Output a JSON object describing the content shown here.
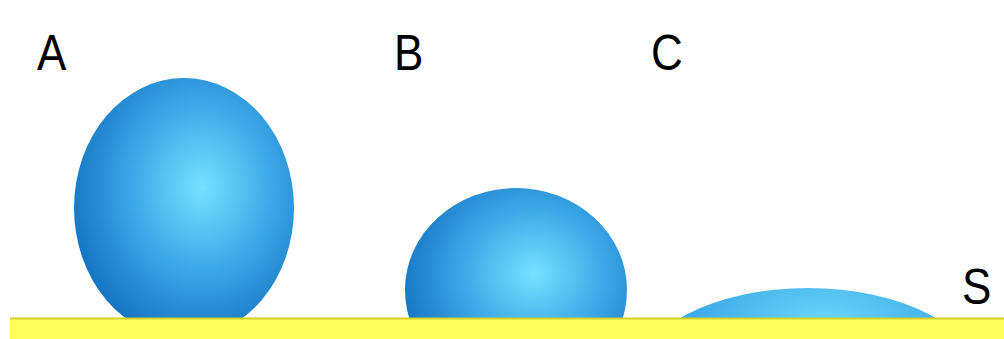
{
  "diagram": {
    "labels": [
      "A",
      "B",
      "C",
      "S"
    ]
  }
}
